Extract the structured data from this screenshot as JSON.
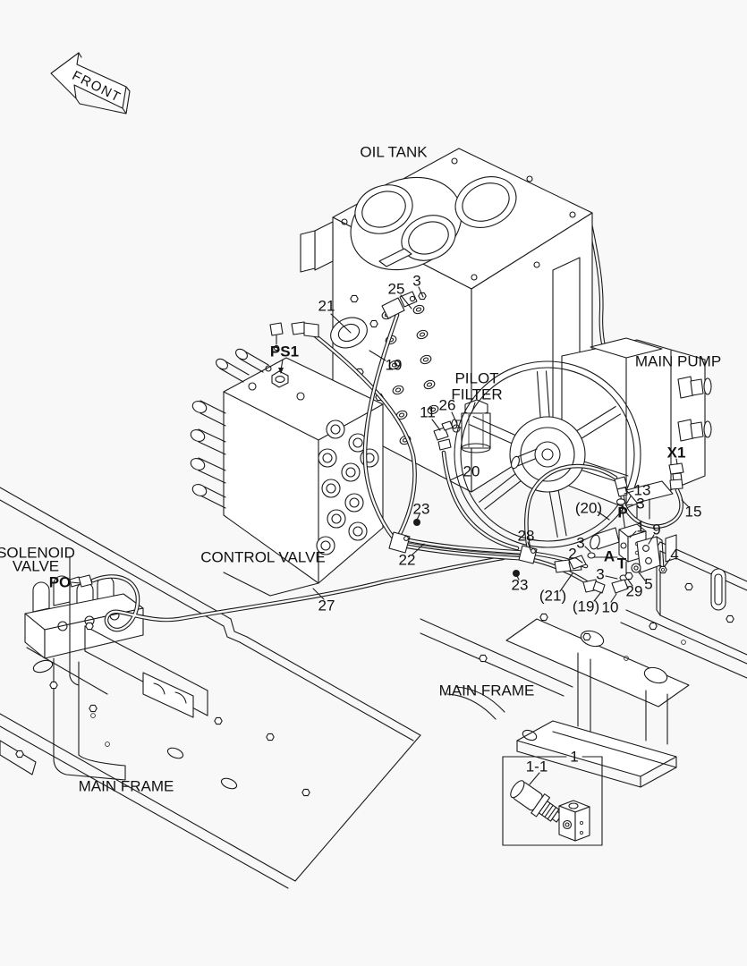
{
  "colors": {
    "background": "#f8f8f8",
    "ink": "#1a1a1a"
  },
  "front_marker": {
    "label": "FRONT"
  },
  "components": {
    "oil_tank": "OIL TANK",
    "main_pump": "MAIN PUMP",
    "pilot_filter_line1": "PILOT",
    "pilot_filter_line2": "FILTER",
    "control_valve": "CONTROL VALVE",
    "solenoid_valve_line1": "SOLENOID",
    "solenoid_valve_line2": "VALVE",
    "main_frame_left": "MAIN FRAME",
    "main_frame_right": "MAIN FRAME"
  },
  "ports": {
    "ps1": "PS1",
    "po": "PO",
    "x1": "X1",
    "p": "P",
    "a": "A",
    "t": "T"
  },
  "callouts": {
    "n25": "25",
    "n3_tank": "3",
    "n21": "21",
    "n19": "19",
    "n11": "11",
    "n26": "26",
    "n20": "20",
    "n23_left": "23",
    "n22": "22",
    "n27": "27",
    "n28": "28",
    "n23_right": "23",
    "n20_ref": "(20)",
    "n13": "13",
    "n3_pump": "3",
    "n15": "15",
    "n1": "1",
    "n9": "9",
    "n2": "2",
    "n3_a": "3",
    "n4": "4",
    "n3_t": "3",
    "n29": "29",
    "n5": "5",
    "n21_ref": "(21)",
    "n19_ref": "(19)",
    "n10": "10"
  },
  "detail_box": {
    "ref": "1",
    "item": "1-1"
  }
}
